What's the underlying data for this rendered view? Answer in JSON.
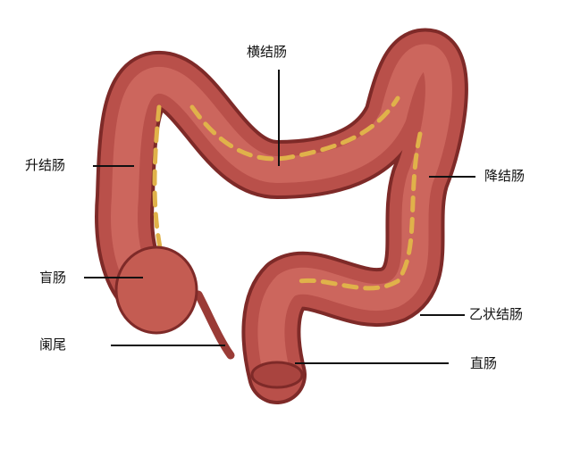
{
  "labels": {
    "transverse_colon": "横结肠",
    "ascending_colon": "升结肠",
    "descending_colon": "降结肠",
    "cecum": "盲肠",
    "sigmoid_colon": "乙状结肠",
    "appendix": "阑尾",
    "rectum": "直肠"
  },
  "colors": {
    "tissue": "#b9504a",
    "tissue_light": "#d8756a",
    "tissue_dark": "#7e2a28",
    "fat": "#e0b24a"
  }
}
